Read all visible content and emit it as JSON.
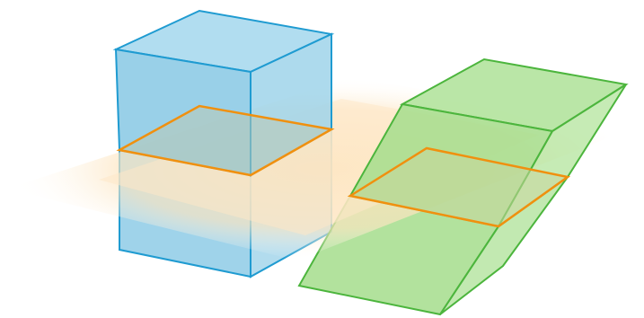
{
  "diagram": {
    "description_text": "",
    "colors": {
      "background": "#ffffff",
      "plane_fill": "#fde2b5",
      "section_line": "#f0900f",
      "prism_fill": "#8ecbe6",
      "prism_stroke": "#1f9bd1",
      "oblique_fill": "#a5dd8c",
      "oblique_stroke": "#4cb53d"
    },
    "shapes": [
      {
        "name": "right-prism",
        "kind": "rectangular-prism"
      },
      {
        "name": "oblique-prism",
        "kind": "oblique-prism"
      }
    ],
    "cross_sections": [
      {
        "name": "right-prism-cross-section",
        "shape": "quadrilateral"
      },
      {
        "name": "oblique-prism-cross-section",
        "shape": "quadrilateral"
      }
    ]
  }
}
